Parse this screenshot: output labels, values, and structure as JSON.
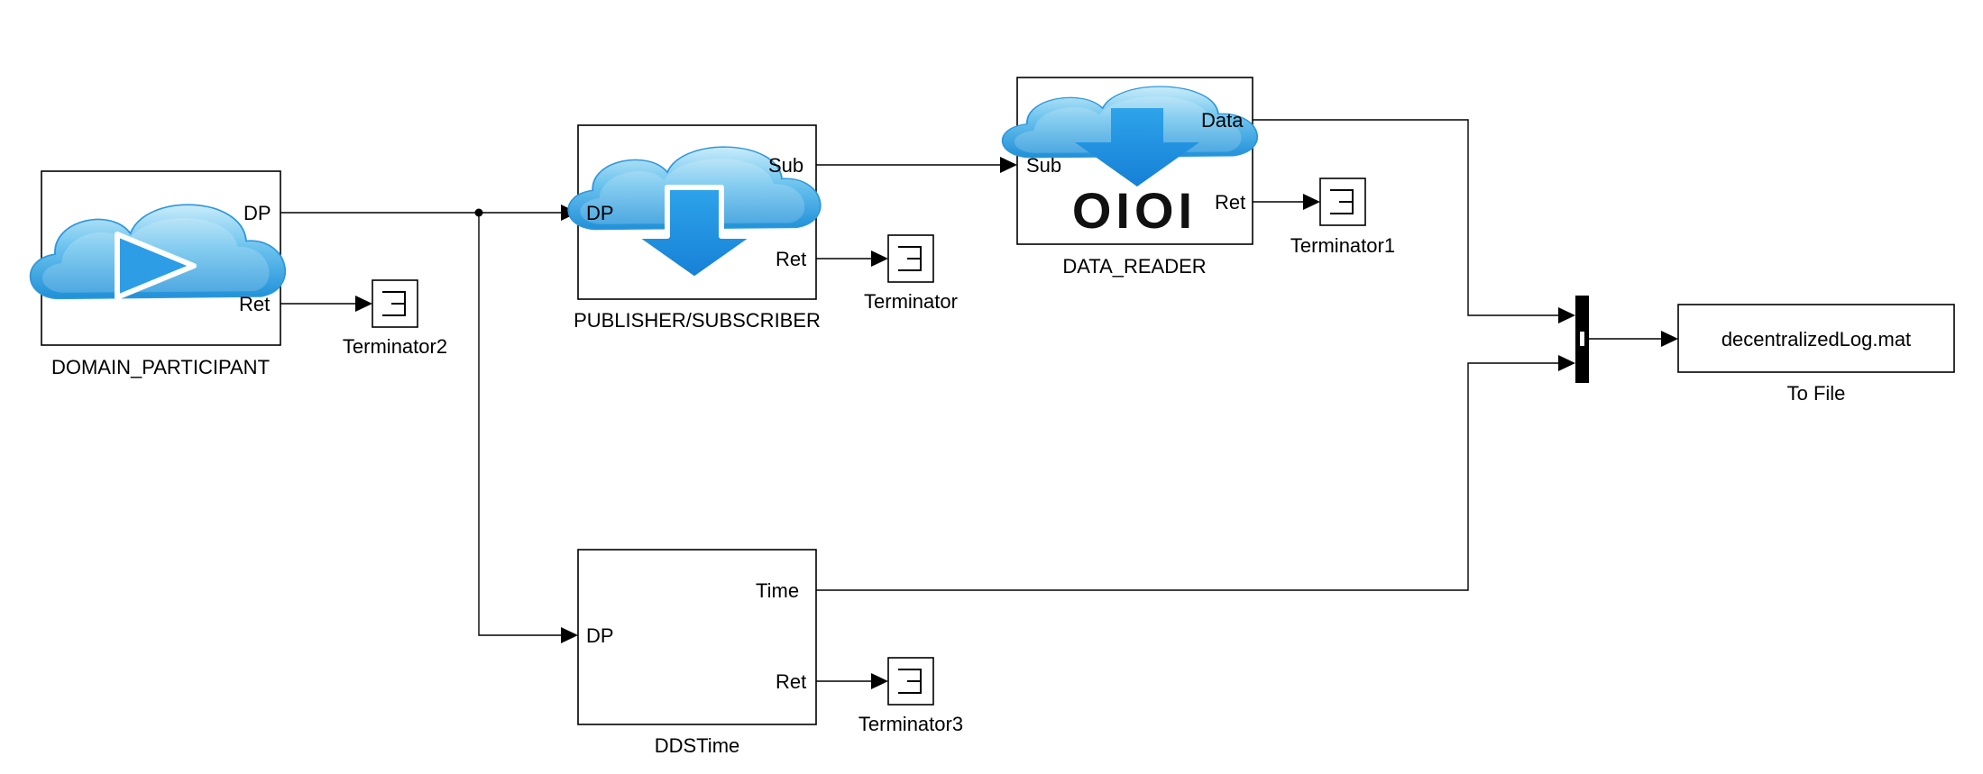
{
  "diagram": {
    "blocks": {
      "domain_participant": {
        "name": "DOMAIN_PARTICIPANT",
        "ports": {
          "dp": "DP",
          "ret": "Ret"
        }
      },
      "pub_sub": {
        "name": "PUBLISHER/SUBSCRIBER",
        "ports": {
          "dp": "DP",
          "sub": "Sub",
          "ret": "Ret"
        }
      },
      "data_reader": {
        "name": "DATA_READER",
        "ports": {
          "sub": "Sub",
          "data": "Data",
          "ret": "Ret"
        },
        "icon_text": "OIOI"
      },
      "dds_time": {
        "name": "DDSTime",
        "ports": {
          "dp": "DP",
          "time": "Time",
          "ret": "Ret"
        }
      },
      "to_file": {
        "name": "To File",
        "content": "decentralizedLog.mat"
      }
    },
    "terminators": {
      "t": "Terminator",
      "t1": "Terminator1",
      "t2": "Terminator2",
      "t3": "Terminator3"
    },
    "colors": {
      "cloud": "#3aa7e3",
      "cloud_light": "#a6dcf6",
      "arrow": "#1f8fe0",
      "line": "#000000"
    }
  }
}
